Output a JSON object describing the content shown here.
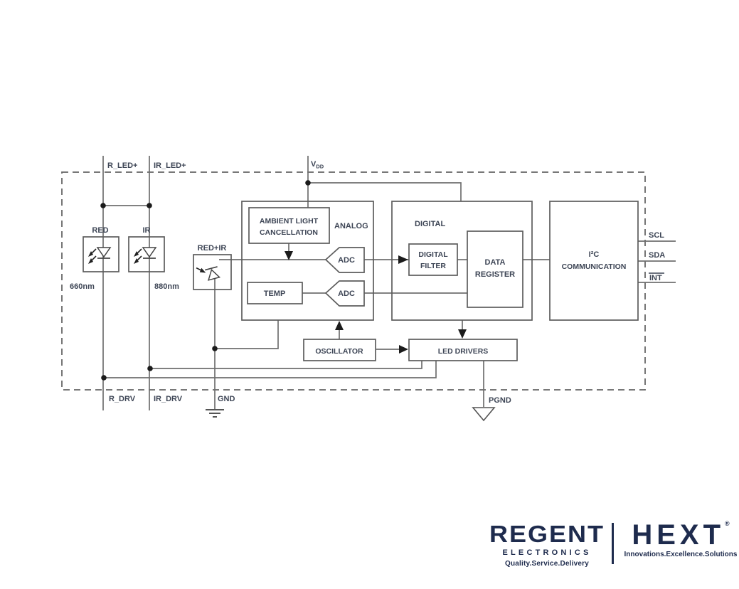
{
  "colors": {
    "wire": "#6f6f6f",
    "box_border": "#5c5c5c",
    "text": "#3d4555",
    "logo_navy": "#1e2b4d",
    "background": "#ffffff"
  },
  "diagram": {
    "top_pins": {
      "r_led_plus": "R_LED+",
      "ir_led_plus": "IR_LED+",
      "vdd_base": "V",
      "vdd_sub": "DD"
    },
    "leds": {
      "red_label": "RED",
      "ir_label": "IR",
      "red_wavelength": "660nm",
      "ir_wavelength": "880nm",
      "photodiode_label": "RED+IR"
    },
    "analog_block": {
      "title": "ANALOG",
      "ambient_line1": "AMBIENT LIGHT",
      "ambient_line2": "CANCELLATION",
      "temp_label": "TEMP",
      "adc1_label": "ADC",
      "adc2_label": "ADC"
    },
    "digital_block": {
      "title": "DIGITAL",
      "filter_line1": "DIGITAL",
      "filter_line2": "FILTER",
      "register_line1": "DATA",
      "register_line2": "REGISTER"
    },
    "i2c_block": {
      "line1": "I²C",
      "line2": "COMMUNICATION"
    },
    "oscillator_label": "OSCILLATOR",
    "led_drivers_label": "LED DRIVERS",
    "bottom_pins": {
      "r_drv": "R_DRV",
      "ir_drv": "IR_DRV",
      "gnd": "GND",
      "pgnd": "PGND"
    },
    "right_pins": {
      "scl": "SCL",
      "sda": "SDA",
      "int": "INT"
    }
  },
  "logo": {
    "brand": "REGENT",
    "sub_brand": "ELECTRONICS",
    "tagline": "Quality.Service.Delivery",
    "partner_brand": "HEXT",
    "registered_mark": "®",
    "partner_tagline": "Innovations.Excellence.Solutions"
  }
}
